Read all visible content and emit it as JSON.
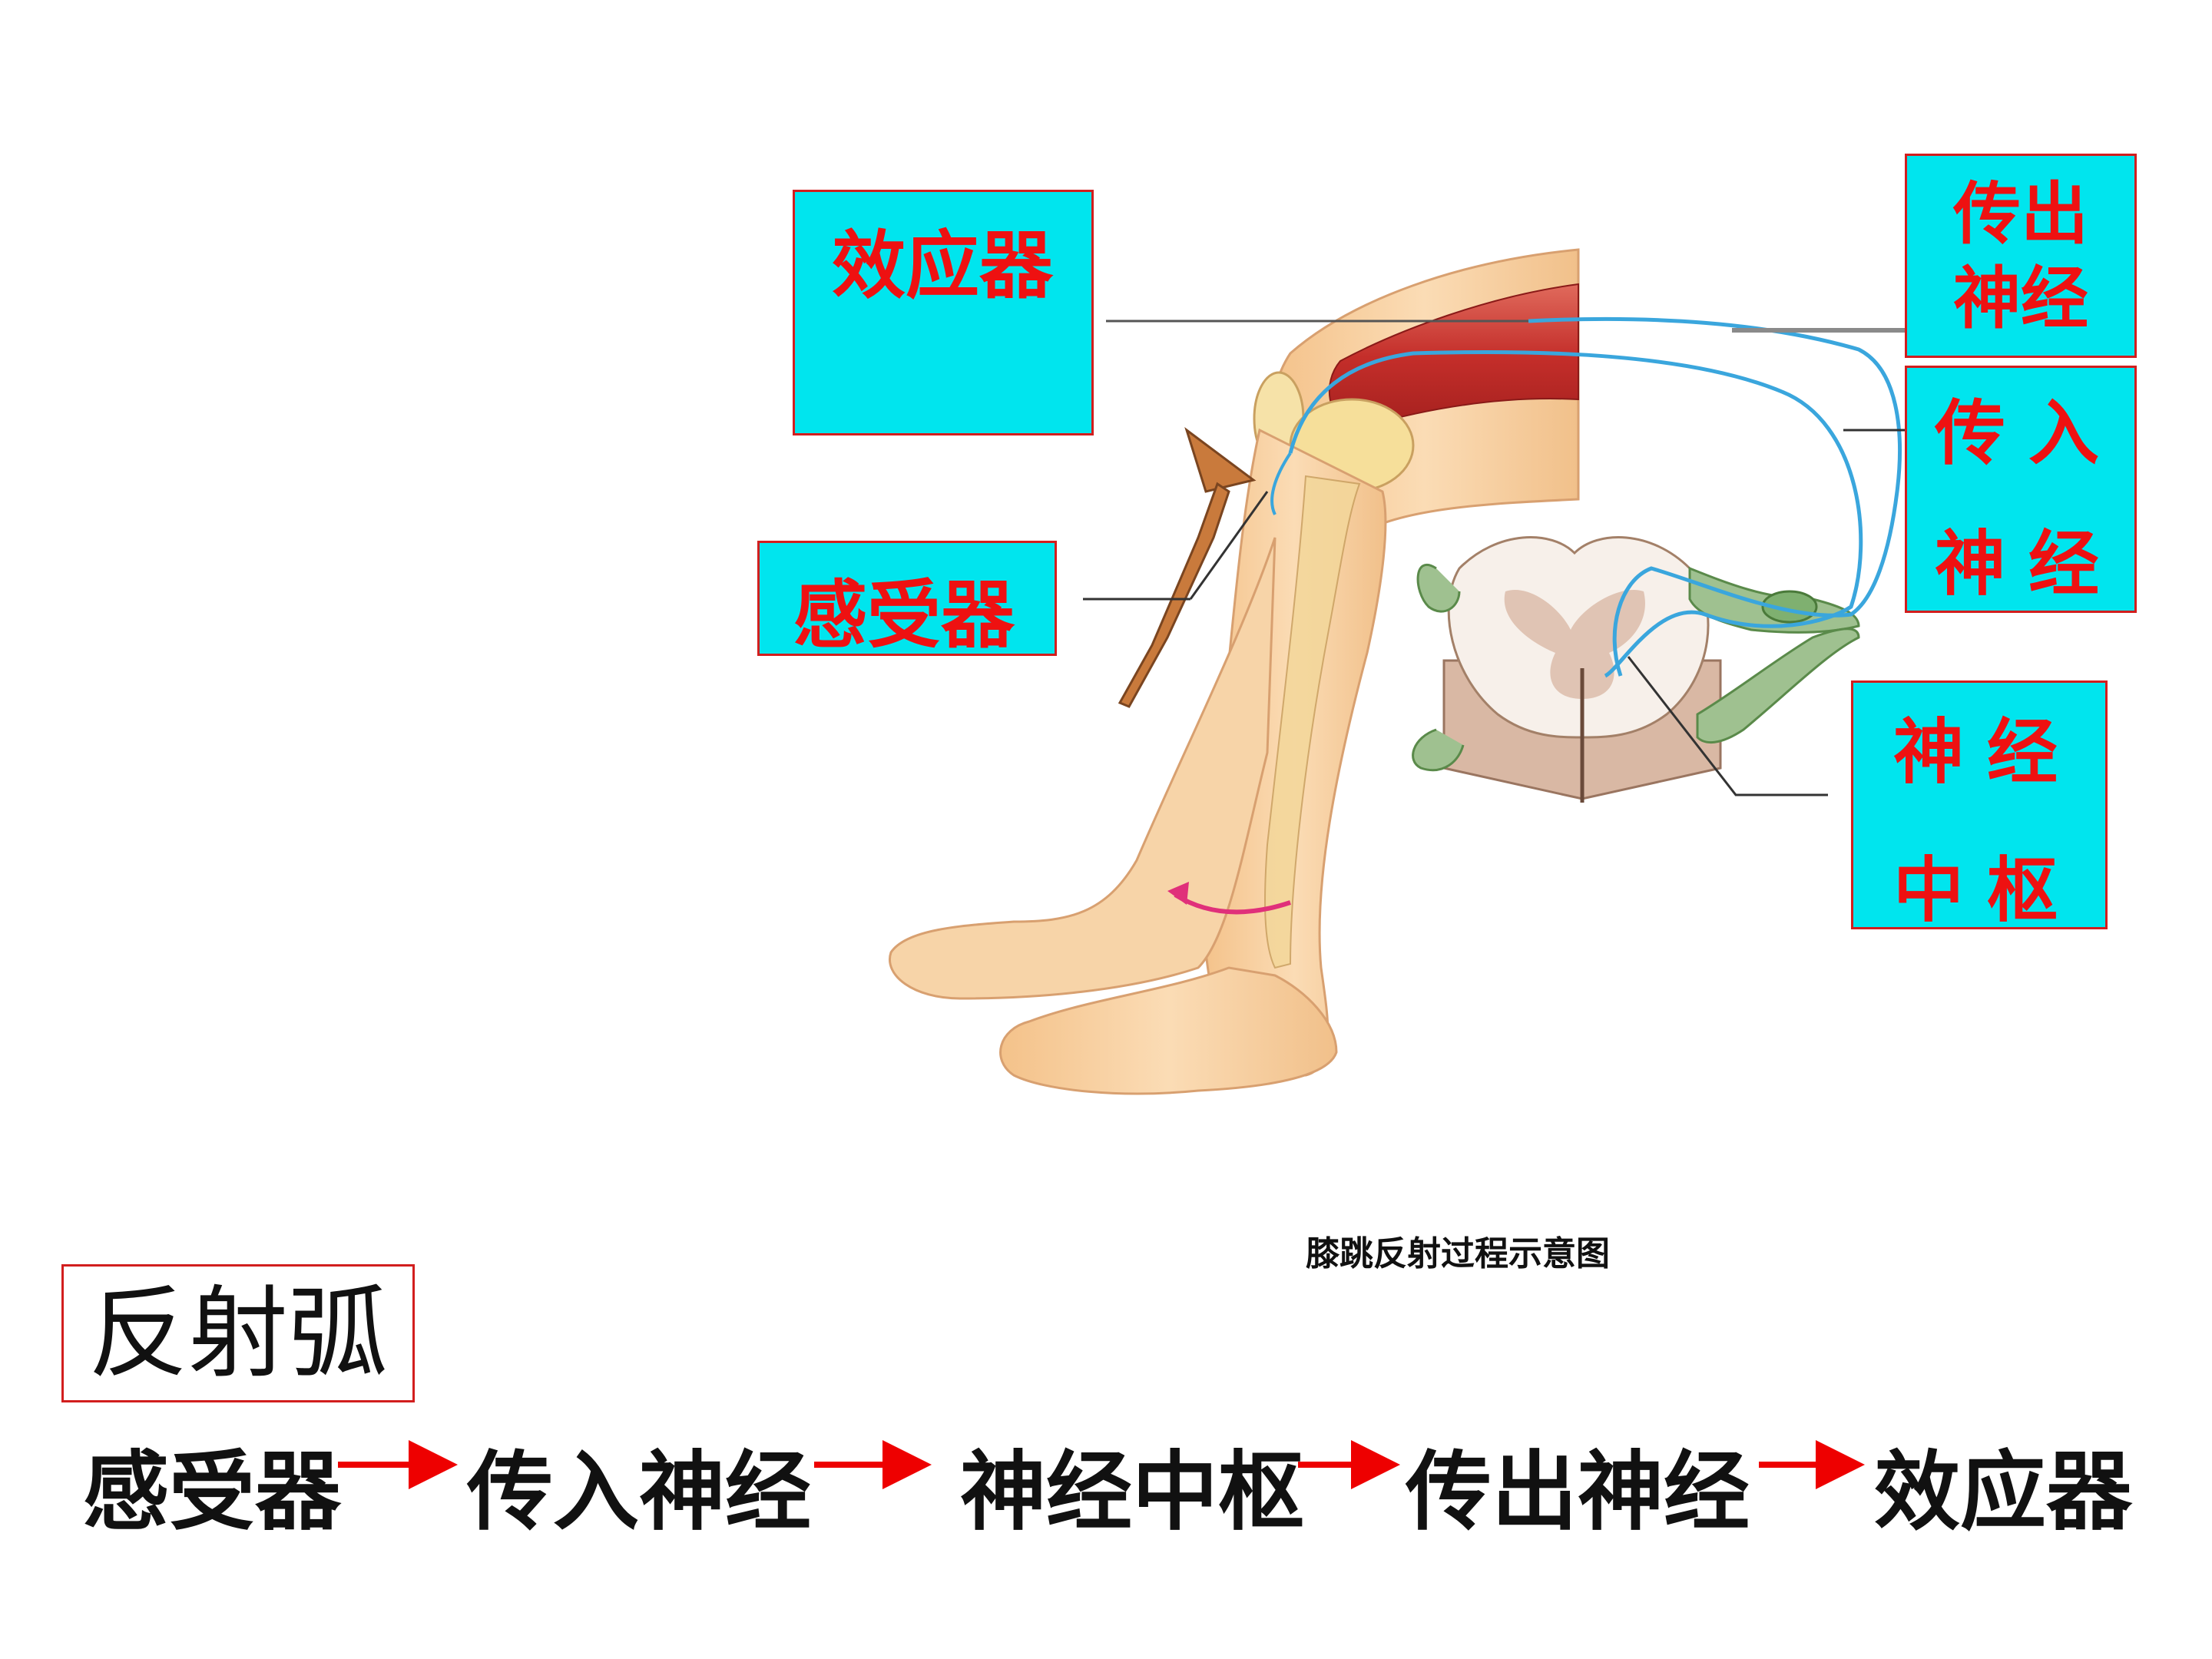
{
  "labels": {
    "effector": "效应器",
    "receptor": "感受器",
    "efferent_line1": "传出",
    "efferent_line2": "神经",
    "afferent_line1": "传入",
    "afferent_line2": "神经",
    "center_line1": "神经",
    "center_line2": "中枢"
  },
  "caption": "膝跳反射过程示意图",
  "arc_title": "反射弧",
  "chain": [
    "感受器",
    "传入神经",
    "神经中枢",
    "传出神经",
    "效应器"
  ],
  "colors": {
    "label_box_fill": "#00e5ee",
    "label_box_border": "#d21e1e",
    "label_text": "#ee1111",
    "arrow": "#ee0000",
    "nerve": "#3aa6dd",
    "skin": "#f7cf9f",
    "muscle": "#c9302c"
  }
}
